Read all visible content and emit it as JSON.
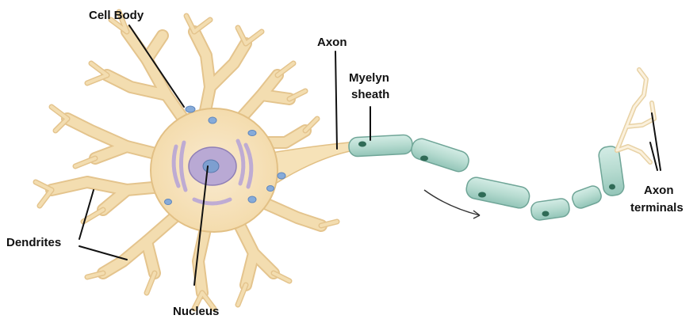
{
  "labels": {
    "cell_body": "Cell Body",
    "axon": "Axon",
    "myelin_line1": "Myelyn",
    "myelin_line2": "sheath",
    "dendrites": "Dendrites",
    "nucleus": "Nucleus",
    "axon_terminals_line1": "Axon",
    "axon_terminals_line2": "terminals"
  },
  "colors": {
    "cell_fill": "#f6e2b8",
    "cell_edge": "#e2c085",
    "myelin_fill": "#b8dcd2",
    "myelin_edge": "#6fa597",
    "myelin_node": "#2f6b56",
    "organelle": "#c5b5dc",
    "vesicle": "#7fa8d8",
    "label_text": "#111111"
  }
}
